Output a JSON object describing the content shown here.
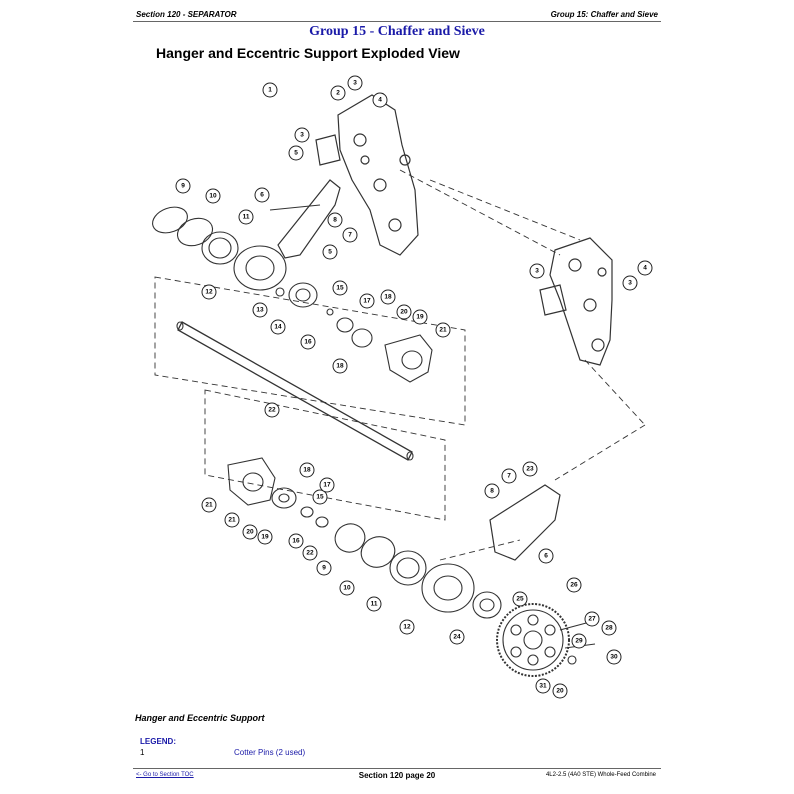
{
  "header": {
    "section": "Section 120 - SEPARATOR",
    "group": "Group 15: Chaffer and Sieve"
  },
  "title": "Group 15 - Chaffer and Sieve",
  "heading": "Hanger and Eccentric Support Exploded View",
  "caption": "Hanger and Eccentric Support",
  "legend": {
    "title": "LEGEND:",
    "items": [
      {
        "number": "1",
        "description": "Cotter Pins (2 used)"
      }
    ]
  },
  "footer": {
    "link": "<- Go to Section TOC",
    "page": "Section 120 page 20",
    "doc": "4L2-2.5 (4A0 STE) Whole-Feed Combine"
  }
}
